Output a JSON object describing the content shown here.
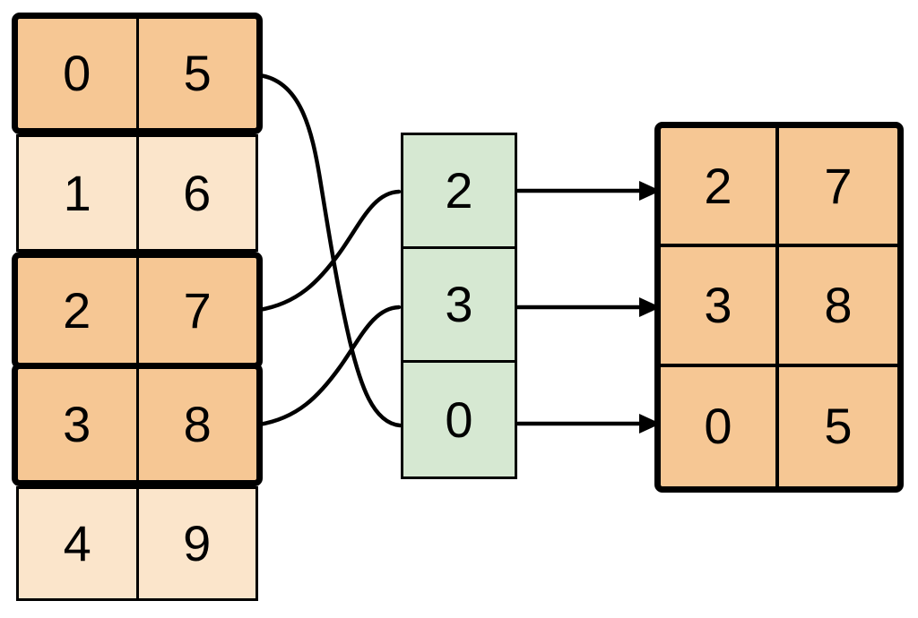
{
  "diagram_title": "array-fancy-indexing",
  "colors": {
    "highlight_fill": "#F6C794",
    "muted_fill": "#FBE5CB",
    "index_fill": "#D6E8D2",
    "stroke": "#000000",
    "background": "#FFFFFF"
  },
  "source_table": {
    "rows": [
      {
        "highlighted": true,
        "cells": [
          "0",
          "5"
        ]
      },
      {
        "highlighted": false,
        "cells": [
          "1",
          "6"
        ]
      },
      {
        "highlighted": true,
        "cells": [
          "2",
          "7"
        ]
      },
      {
        "highlighted": true,
        "cells": [
          "3",
          "8"
        ]
      },
      {
        "highlighted": false,
        "cells": [
          "4",
          "9"
        ]
      }
    ]
  },
  "index_column": {
    "cells": [
      "2",
      "3",
      "0"
    ]
  },
  "result_table": {
    "rows": [
      {
        "cells": [
          "2",
          "7"
        ]
      },
      {
        "cells": [
          "3",
          "8"
        ]
      },
      {
        "cells": [
          "0",
          "5"
        ]
      }
    ]
  }
}
